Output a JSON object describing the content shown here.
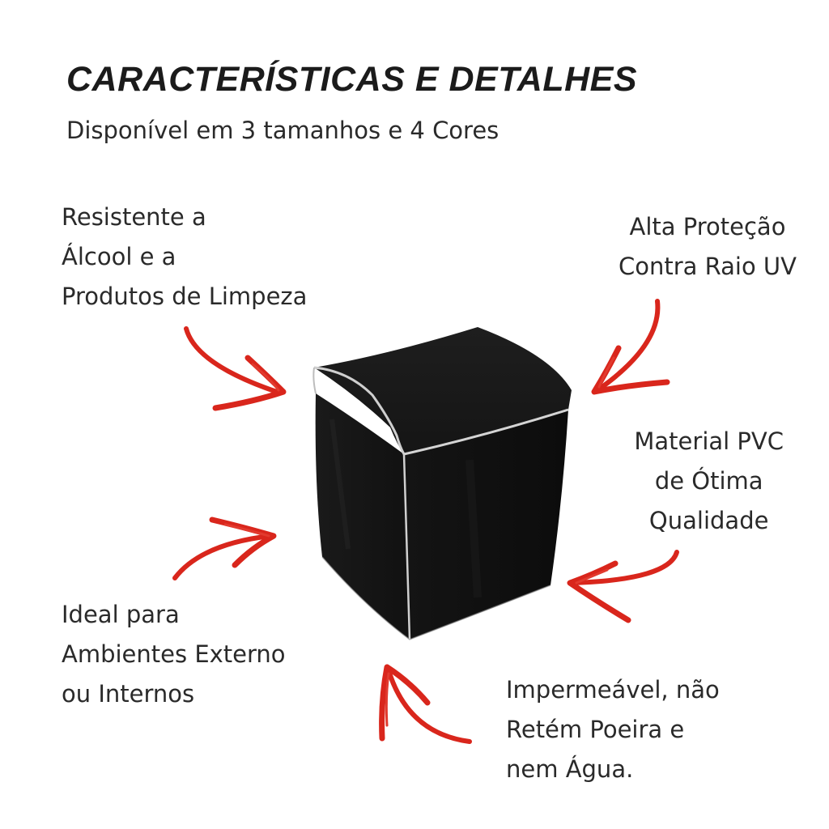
{
  "header": {
    "title": "CARACTERÍSTICAS E DETALHES",
    "subtitle": "Disponível em 3 tamanhos e 4 Cores"
  },
  "features": {
    "left_top": [
      "Resistente a",
      "Álcool e a",
      "Produtos de Limpeza"
    ],
    "right_top": [
      "Alta Proteção",
      "Contra Raio UV"
    ],
    "right_mid": [
      "Material PVC",
      "de Ótima",
      "Qualidade"
    ],
    "left_bottom": [
      "Ideal para",
      "Ambientes Externo",
      "ou Internos"
    ],
    "right_bottom": [
      "Impermeável, não",
      "Retém Poeira e",
      "nem Água."
    ]
  },
  "colors": {
    "arrow": "#d9261c",
    "cover": "#161616",
    "text": "#2a2a2a"
  },
  "icons": {
    "product": "black-washing-machine-cover",
    "arrows": "red-hand-drawn-arrow"
  }
}
